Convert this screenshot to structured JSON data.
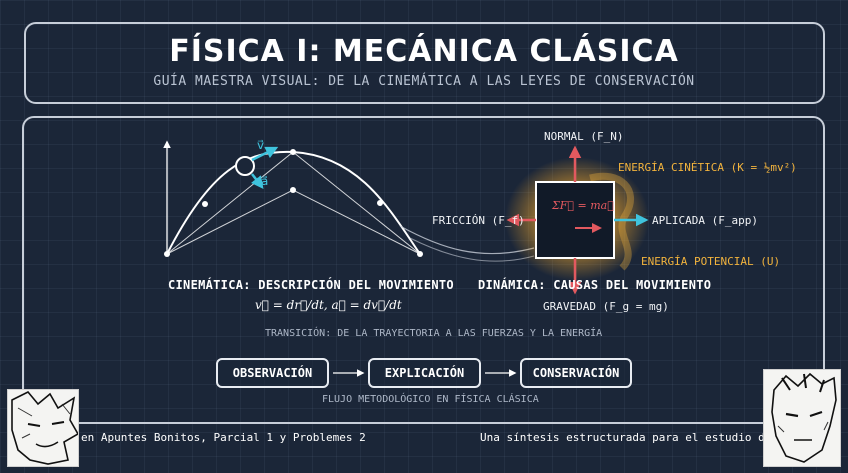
{
  "header": {
    "title": "FÍSICA I: MECÁNICA CLÁSICA",
    "subtitle": "GUÍA MAESTRA VISUAL: DE LA CINEMÁTICA A LAS LEYES DE CONSERVACIÓN"
  },
  "kinematics": {
    "velocity_label": "v⃗",
    "accel_label": "a⃗",
    "heading": "CINEMÁTICA: DESCRIPCIÓN DEL MOVIMIENTO",
    "formula": "v⃗ = dr⃗/dt, a⃗ = dv⃗/dt"
  },
  "dynamics": {
    "normal": "NORMAL (F_N)",
    "friction": "FRICCIÓN (F_f)",
    "applied": "APLICADA (F_app)",
    "gravity": "GRAVEDAD (F_g = mg)",
    "newton_law": "ΣF⃗ = ma⃗",
    "heading": "DINÁMICA: CAUSAS DEL MOVIMIENTO",
    "kinetic_energy": "ENERGÍA CINÉTICA (K = ½mv²)",
    "potential_energy": "ENERGÍA POTENCIAL (U)"
  },
  "transition_note": "TRANSICIÓN: DE LA TRAYECTORIA A LAS FUERZAS Y LA ENERGÍA",
  "flow": {
    "steps": [
      "OBSERVACIÓN",
      "EXPLICACIÓN",
      "CONSERVACIÓN"
    ],
    "caption": "FLUJO METODOLÓGICO EN FÍSICA CLÁSICA"
  },
  "footer": {
    "left": "en Apuntes Bonitos, Parcial 1 y Problemes 2",
    "right": "Una síntesis estructurada para el estudio de ing"
  },
  "colors": {
    "background": "#1b2638",
    "accent_cyan": "#3fc3dd",
    "accent_red": "#e2595f",
    "glow_gold": "#f2b33d"
  }
}
